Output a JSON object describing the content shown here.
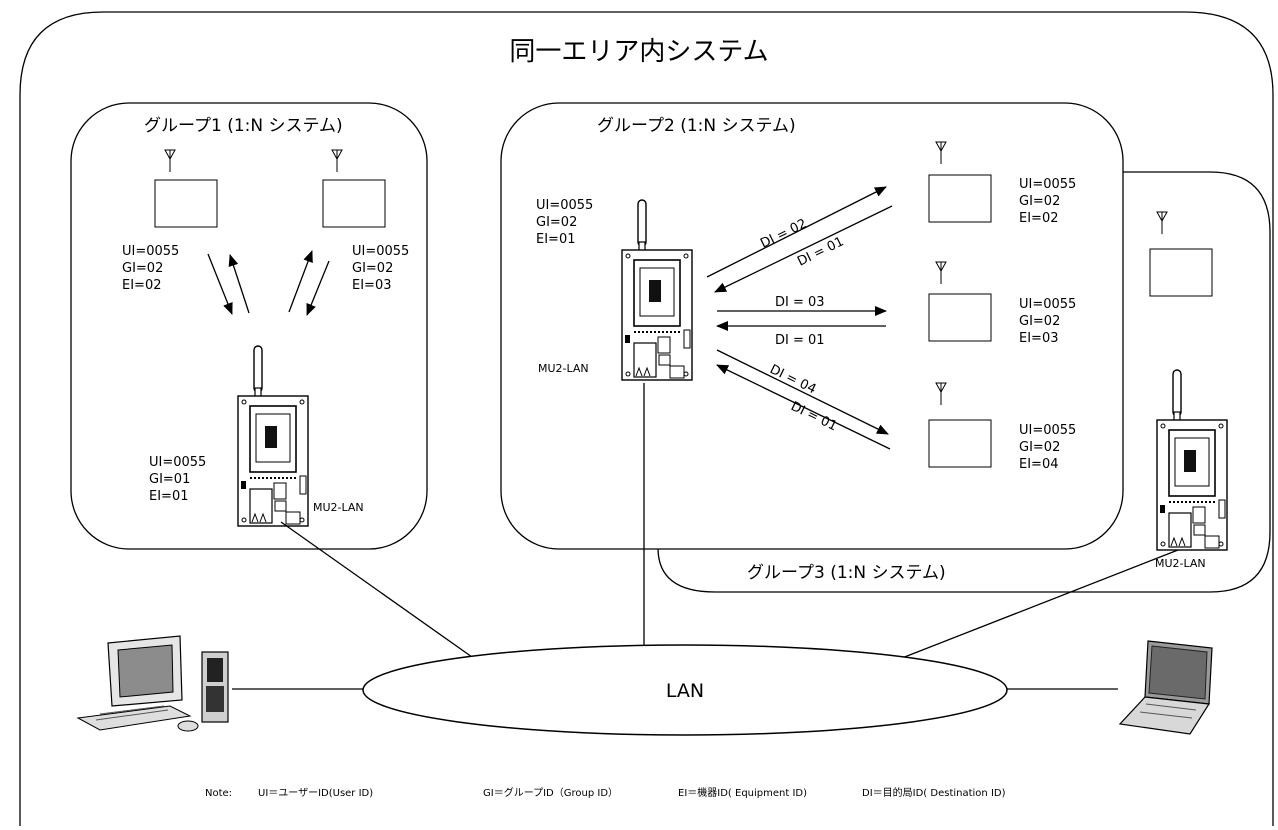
{
  "title": "同一エリア内システム",
  "groups": {
    "g1": "グループ1 (1:N システム)",
    "g2": "グループ2 (1:N システム)",
    "g3": "グループ3 (1:N システム)"
  },
  "ids": {
    "g1_left_ui": "UI=0055",
    "g1_left_gi": "GI=02",
    "g1_left_ei": "EI=02",
    "g1_right_ui": "UI=0055",
    "g1_right_gi": "GI=02",
    "g1_right_ei": "EI=03",
    "g1_base_ui": "UI=0055",
    "g1_base_gi": "GI=01",
    "g1_base_ei": "EI=01",
    "g2_base_ui": "UI=0055",
    "g2_base_gi": "GI=02",
    "g2_base_ei": "EI=01",
    "g2_t1_ui": "UI=0055",
    "g2_t1_gi": "GI=02",
    "g2_t1_ei": "EI=02",
    "g2_t2_ui": "UI=0055",
    "g2_t2_gi": "GI=02",
    "g2_t2_ei": "EI=03",
    "g2_t3_ui": "UI=0055",
    "g2_t3_gi": "GI=02",
    "g2_t3_ei": "EI=04"
  },
  "device_labels": {
    "g1": "MU2-LAN",
    "g2": "MU2-LAN",
    "g3": "MU2-LAN"
  },
  "arrows": {
    "a1_up": "DI = 02",
    "a1_down": "DI = 01",
    "a2_right": "DI = 03",
    "a2_left": "DI = 01",
    "a3_down": "DI = 04",
    "a3_up": "DI = 01"
  },
  "lan": "LAN",
  "note": {
    "prefix": "Note:",
    "ui": "UI＝ユーザーID(User ID)",
    "gi": "GI＝グループID（Group ID）",
    "ei": "EI＝機器ID( Equipment ID)",
    "di": "DI＝目的局ID( Destination ID)"
  }
}
